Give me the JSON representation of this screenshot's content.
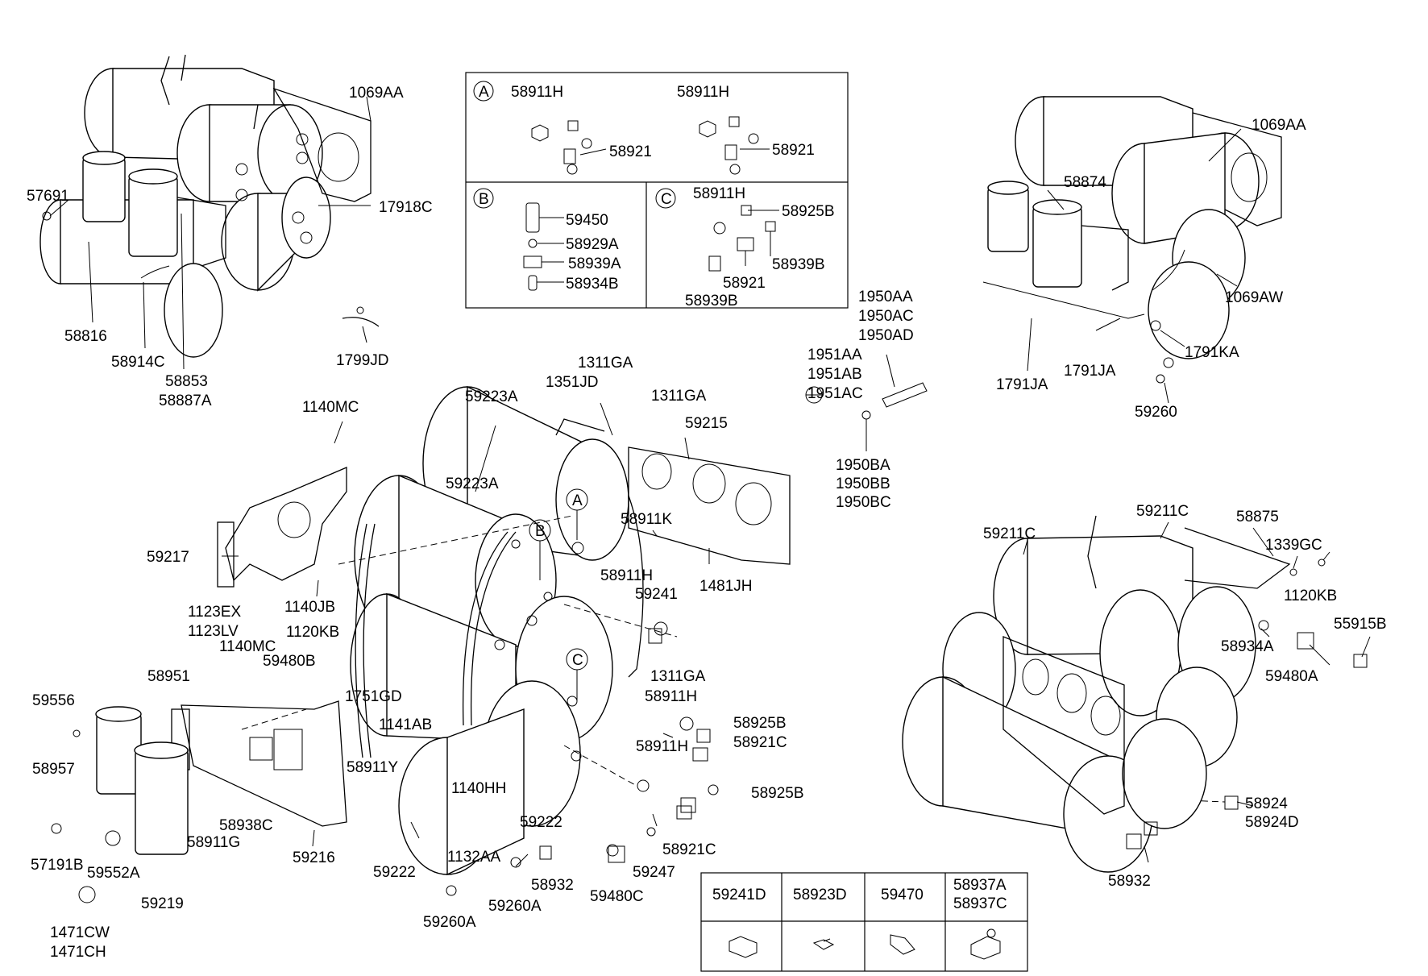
{
  "callouts": [
    {
      "id": "A",
      "text": "A"
    },
    {
      "id": "B",
      "text": "B"
    },
    {
      "id": "C",
      "text": "C"
    }
  ],
  "labels": {
    "tl": [
      "1069AA",
      "57691",
      "17918C",
      "58816",
      "58914C",
      "58853",
      "58887A",
      "1799JD"
    ],
    "inset": [
      "58911H",
      "58921",
      "58911H",
      "58921",
      "59450",
      "58929A",
      "58939A",
      "58934B",
      "58911H",
      "58925B",
      "58939B",
      "58921",
      "58939B"
    ],
    "tr": [
      "1069AA",
      "58874",
      "1069AW",
      "1791JA",
      "1791JA",
      "1791KA",
      "59260"
    ],
    "mid": [
      "1950AA",
      "1950AC",
      "1950AD",
      "1951AA",
      "1951AB",
      "1951AC",
      "1950BA",
      "1950BB",
      "1950BC",
      "1311GA",
      "1351JD",
      "1311GA",
      "59223A",
      "59215",
      "59223A",
      "1140MC",
      "58911K",
      "59217",
      "1481JH",
      "58911H",
      "59241",
      "1140JB",
      "1123EX",
      "1123LV",
      "1120KB",
      "1140MC",
      "59480B",
      "58951",
      "1311GA",
      "1751GD",
      "58911H",
      "59556",
      "1141AB",
      "58925B",
      "58921C",
      "58957",
      "58911Y",
      "1140HH",
      "58911H",
      "58925B",
      "58938C",
      "59216",
      "59222",
      "59222",
      "58911G",
      "57191B",
      "59552A",
      "59219",
      "1132AA",
      "58921C",
      "58932",
      "59247",
      "59480C",
      "59260A",
      "59260A",
      "1471CW",
      "1471CH"
    ],
    "br": [
      "59211C",
      "59211C",
      "58875",
      "1339GC",
      "1120KB",
      "55915B",
      "58934A",
      "59480A",
      "58924",
      "58924D",
      "58932"
    ]
  },
  "legend": {
    "headers": [
      "59241D",
      "58923D",
      "59470",
      "58937A",
      "58937C"
    ]
  }
}
